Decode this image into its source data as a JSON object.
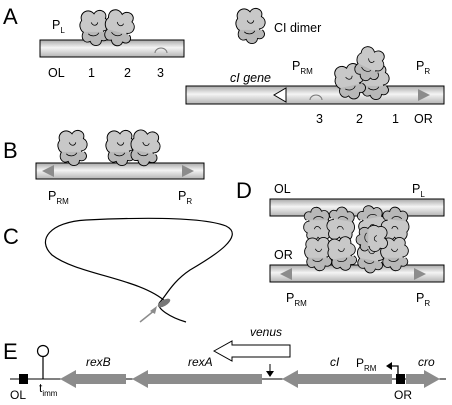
{
  "panels": {
    "a": "A",
    "b": "B",
    "c": "C",
    "d": "D",
    "e": "E"
  },
  "legend": {
    "cI_dimer": "CI dimer"
  },
  "panel_a": {
    "pl_main": "P",
    "pl_sub": "L",
    "ol": "OL",
    "ol_sites": [
      "1",
      "2",
      "3"
    ],
    "cI_gene": "cI gene",
    "prm_main": "P",
    "prm_sub": "RM",
    "pr_main": "P",
    "pr_sub": "R",
    "or": "OR",
    "or_sites": [
      "3",
      "2",
      "1"
    ]
  },
  "panel_b": {
    "prm_main": "P",
    "prm_sub": "RM",
    "pr_main": "P",
    "pr_sub": "R"
  },
  "panel_d": {
    "ol": "OL",
    "pl_main": "P",
    "pl_sub": "L",
    "or": "OR",
    "prm_main": "P",
    "prm_sub": "RM",
    "pr_main": "P",
    "pr_sub": "R"
  },
  "panel_e": {
    "genes": [
      "rexB",
      "rexA",
      "venus",
      "cI",
      "cro"
    ],
    "ol": "OL",
    "or": "OR",
    "t_main": "t",
    "t_sub": "imm",
    "prm_main": "P",
    "prm_sub": "RM"
  },
  "colors": {
    "dna_fill": "#e6e6e6",
    "arrow": "#8c8c8c",
    "protein": "#c8c8c8",
    "outline": "#000000"
  }
}
